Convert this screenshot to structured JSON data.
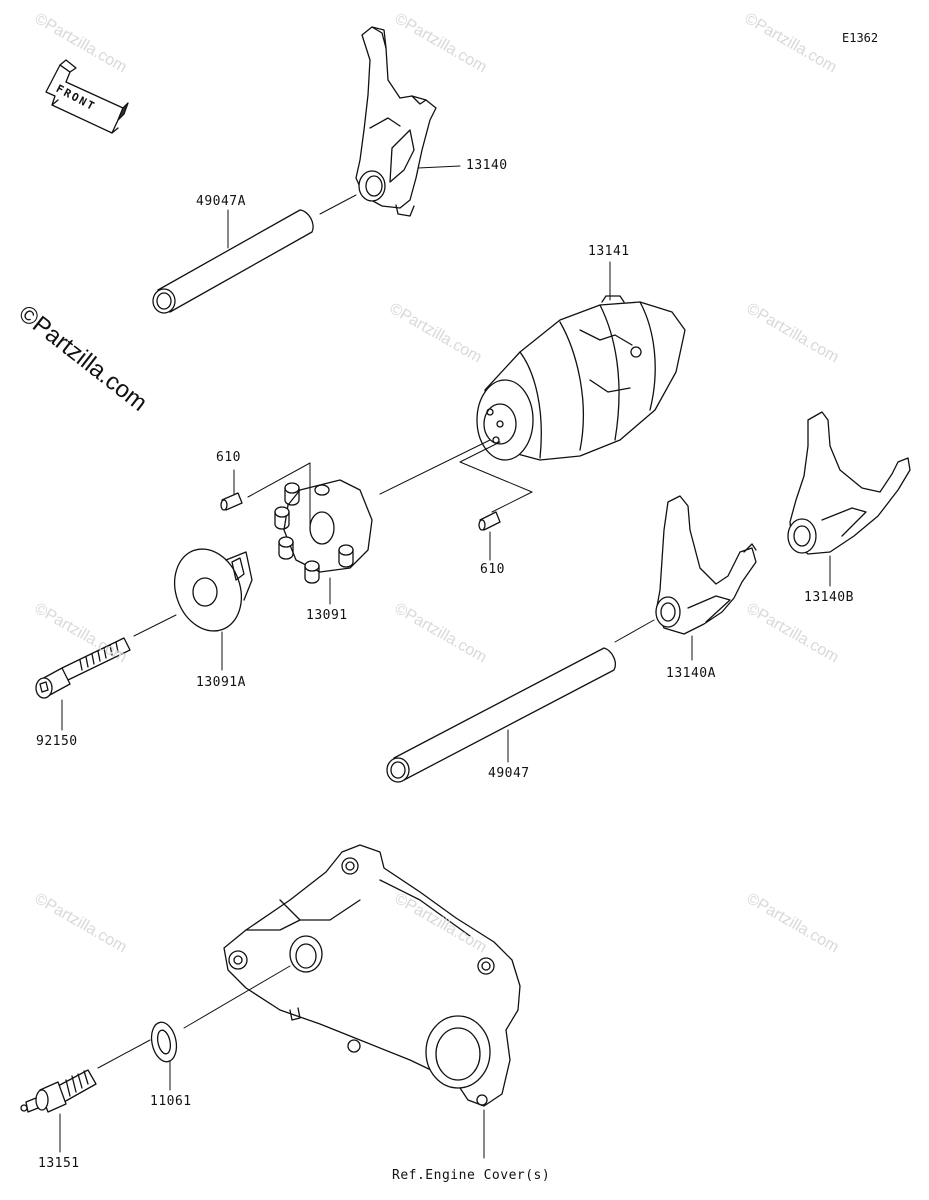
{
  "figure_code": "E1362",
  "front_label": "FRONT",
  "watermark_main": "©Partzilla.com",
  "watermark_small": "©Partzilla.com",
  "parts": {
    "p13140": "13140",
    "p49047A": "49047A",
    "p13141": "13141",
    "p610a": "610",
    "p610b": "610",
    "p13091": "13091",
    "p13091A": "13091A",
    "p92150": "92150",
    "p13140A": "13140A",
    "p13140B": "13140B",
    "p49047": "49047",
    "p11061": "11061",
    "p13151": "13151"
  },
  "ref_text": "Ref.Engine Cover(s)"
}
